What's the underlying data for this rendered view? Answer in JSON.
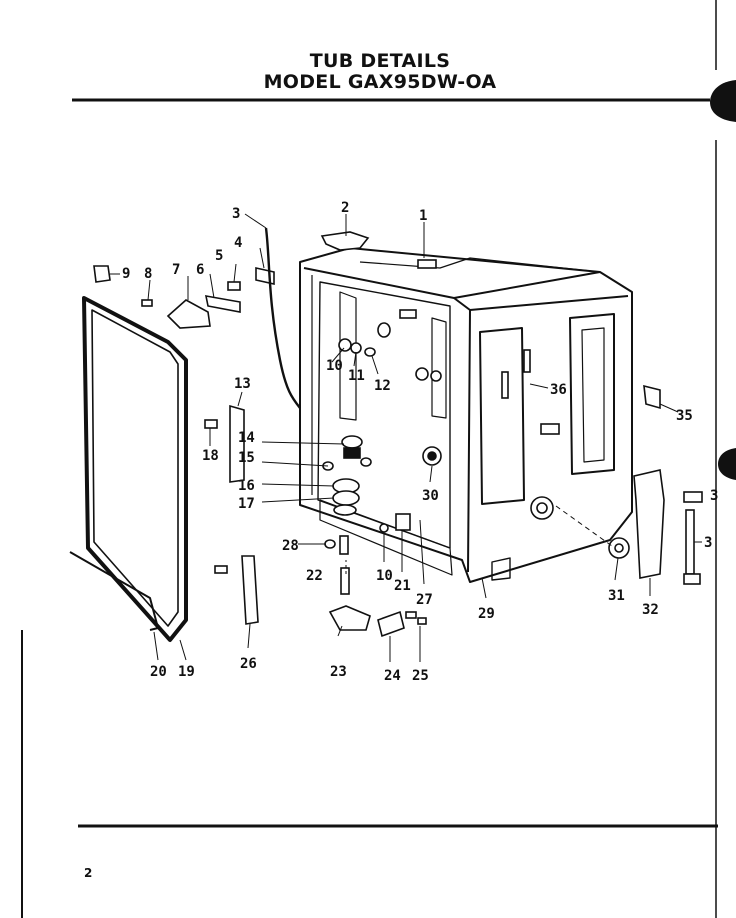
{
  "title_line1": "TUB DETAILS",
  "title_line2": "MODEL GAX95DW-OA",
  "page_number": "2",
  "callouts": {
    "c1": "1",
    "c2": "2",
    "c3": "3",
    "c4": "4",
    "c5": "5",
    "c6": "6",
    "c7": "7",
    "c8": "8",
    "c9": "9",
    "c10a": "10",
    "c10b": "10",
    "c11": "11",
    "c12": "12",
    "c13": "13",
    "c14": "14",
    "c15": "15",
    "c16": "16",
    "c17": "17",
    "c18": "18",
    "c19": "19",
    "c20": "20",
    "c21": "21",
    "c22": "22",
    "c23": "23",
    "c24": "24",
    "c25": "25",
    "c26": "26",
    "c27": "27",
    "c28": "28",
    "c29": "29",
    "c30": "30",
    "c31": "31",
    "c32": "32",
    "c33": "3",
    "c34": "3",
    "c35": "35",
    "c36": "36"
  }
}
